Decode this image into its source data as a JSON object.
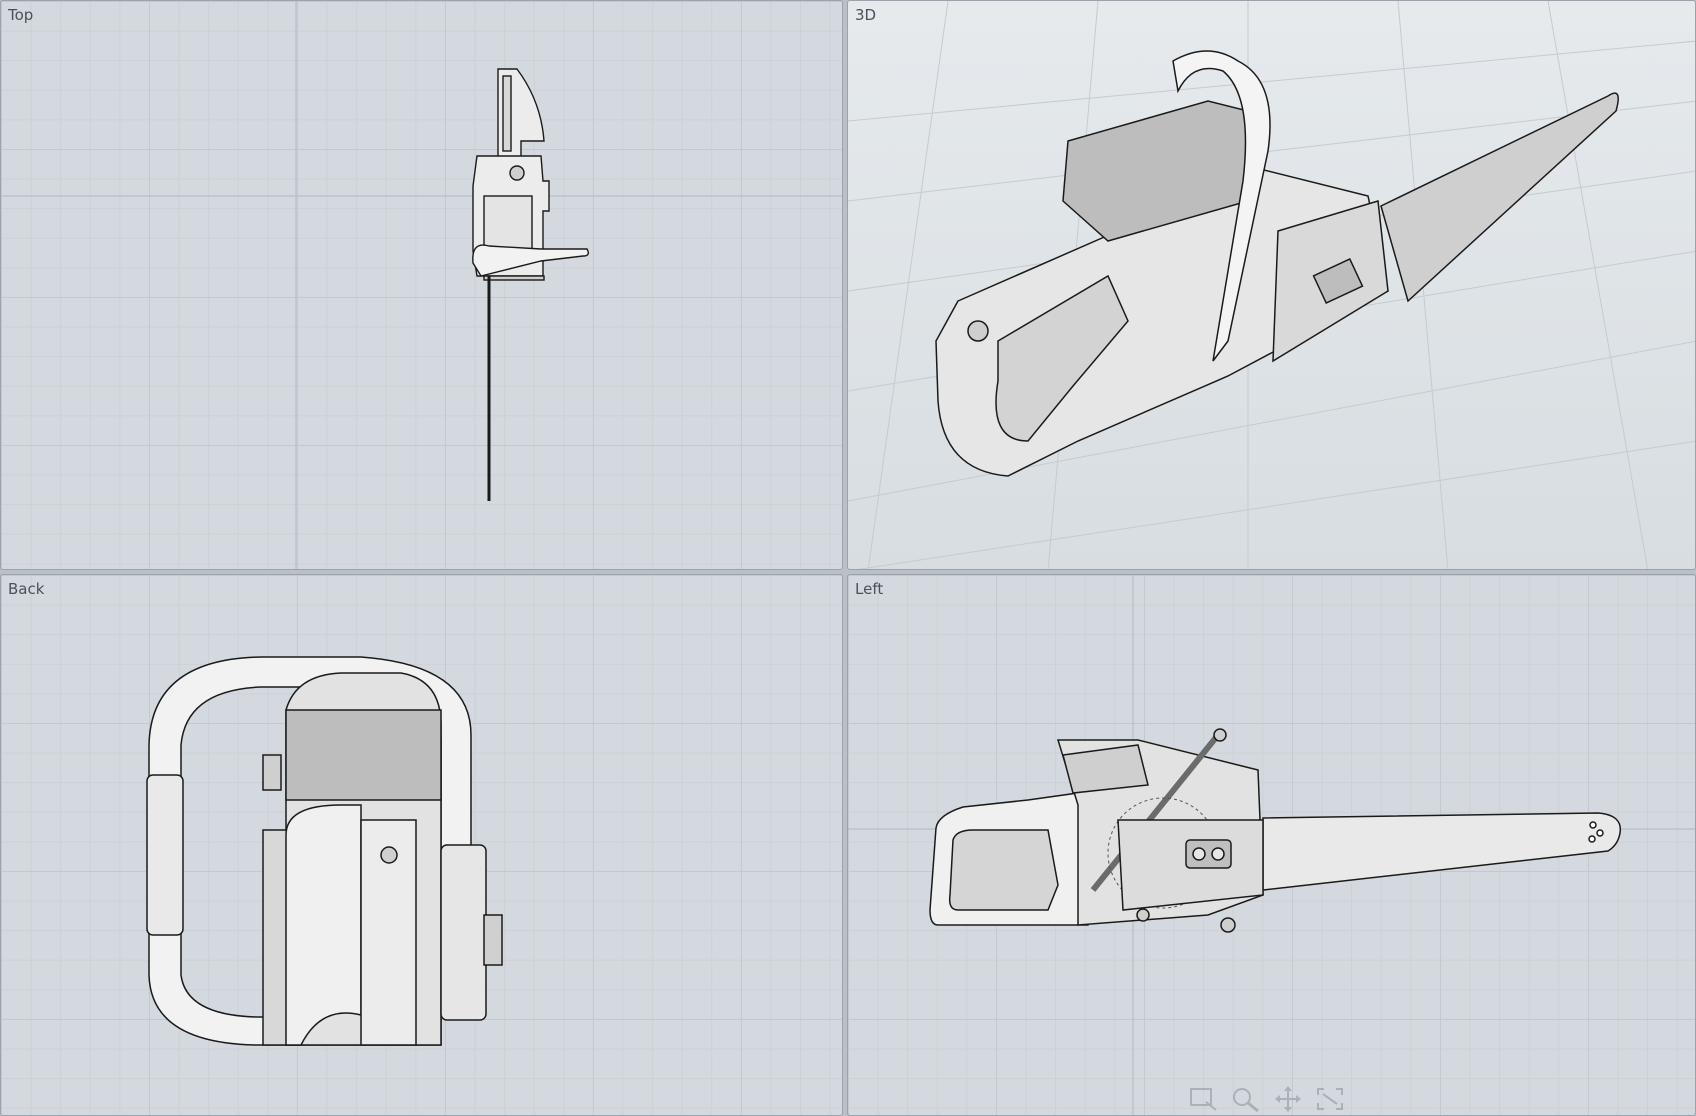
{
  "viewports": {
    "top": {
      "label": "Top"
    },
    "perspective": {
      "label": "3D"
    },
    "back": {
      "label": "Back"
    },
    "left": {
      "label": "Left"
    }
  },
  "nav_icons": [
    "zoom-window-icon",
    "zoom-icon",
    "pan-icon",
    "zoom-extents-icon"
  ],
  "colors": {
    "viewport_bg": "#d3d9de",
    "grid_major": "#c2c9cf",
    "grid_minor": "#cbd1d6",
    "label": "#4a5158",
    "model_line": "#1a1a1a",
    "model_fill": "#e9e9e9"
  }
}
